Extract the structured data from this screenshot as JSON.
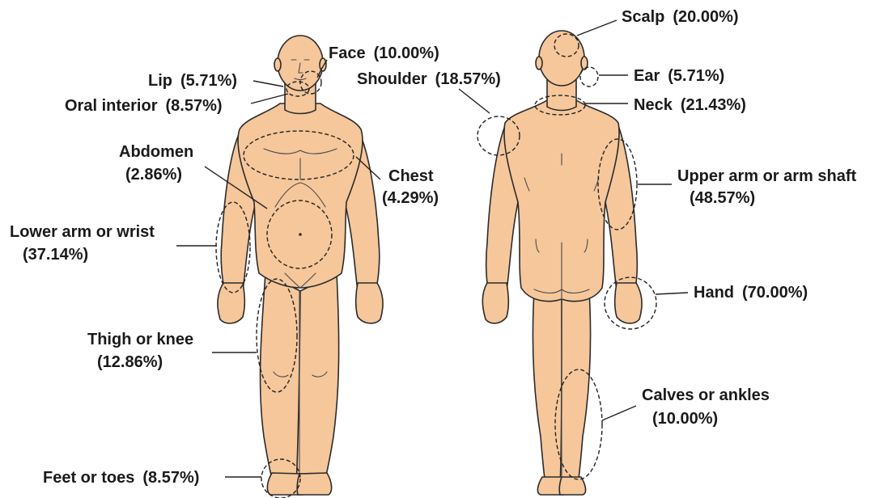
{
  "colors": {
    "skin": "#f5c79b",
    "outline": "#2b2b2b",
    "label_text": "#1a1a1a",
    "background": "#ffffff"
  },
  "front_labels": {
    "face": {
      "name": "Face",
      "pct": "(10.00%)"
    },
    "lip": {
      "name": "Lip",
      "pct": "(5.71%)"
    },
    "oral_interior": {
      "name": "Oral interior",
      "pct": "(8.57%)"
    },
    "abdomen": {
      "name": "Abdomen",
      "pct": "(2.86%)"
    },
    "chest": {
      "name": "Chest",
      "pct": "(4.29%)"
    },
    "lower_arm": {
      "name": "Lower arm or wrist",
      "pct": "(37.14%)"
    },
    "thigh": {
      "name": "Thigh or knee",
      "pct": "(12.86%)"
    },
    "feet": {
      "name": "Feet or toes",
      "pct": "(8.57%)"
    }
  },
  "back_labels": {
    "scalp": {
      "name": "Scalp",
      "pct": "(20.00%)"
    },
    "ear": {
      "name": "Ear",
      "pct": "(5.71%)"
    },
    "shoulder": {
      "name": "Shoulder",
      "pct": "(18.57%)"
    },
    "neck": {
      "name": "Neck",
      "pct": "(21.43%)"
    },
    "upper_arm": {
      "name": "Upper arm or arm shaft",
      "pct": "(48.57%)"
    },
    "hand": {
      "name": "Hand",
      "pct": "(70.00%)"
    },
    "calves": {
      "name": "Calves or ankles",
      "pct": "(10.00%)"
    }
  }
}
